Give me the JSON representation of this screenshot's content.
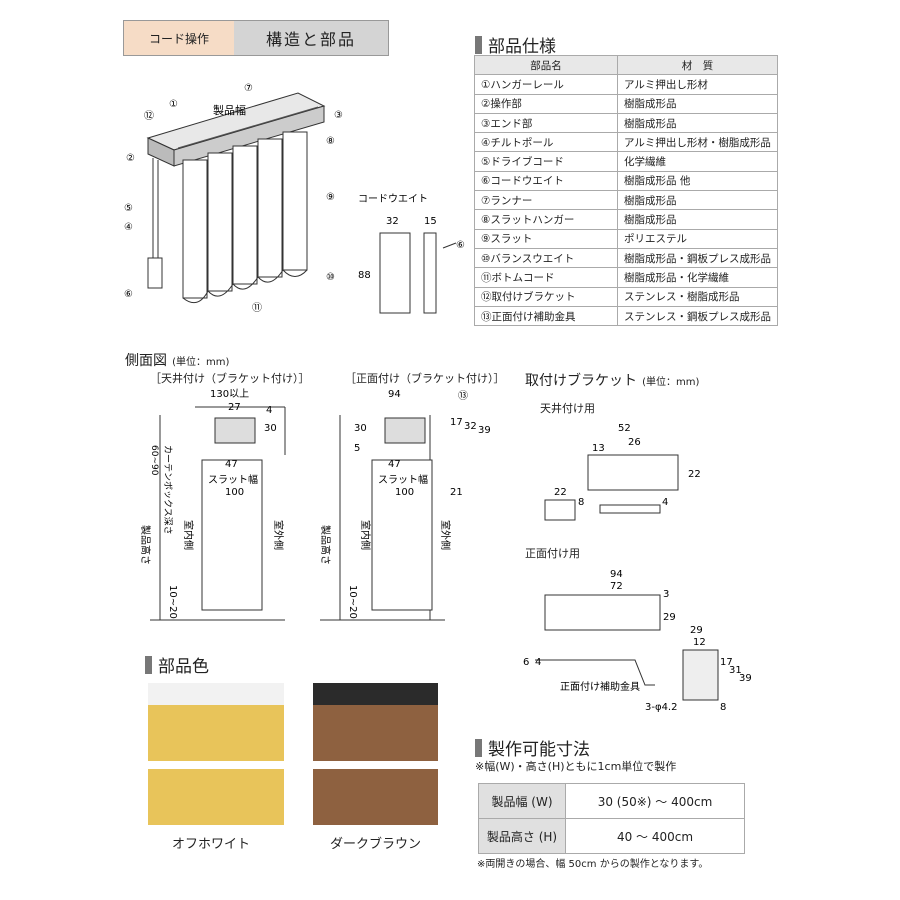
{
  "tabs": {
    "cord": "コード操作",
    "structure": "構造と部品"
  },
  "parts_section": {
    "title": "部品仕様",
    "header_name": "部品名",
    "header_material": "材　質",
    "rows": [
      {
        "name": "①ハンガーレール",
        "material": "アルミ押出し形材"
      },
      {
        "name": "②操作部",
        "material": "樹脂成形品"
      },
      {
        "name": "③エンド部",
        "material": "樹脂成形品"
      },
      {
        "name": "④チルトポール",
        "material": "アルミ押出し形材・樹脂成形品"
      },
      {
        "name": "⑤ドライブコード",
        "material": "化学繊維"
      },
      {
        "name": "⑥コードウエイト",
        "material": "樹脂成形品 他"
      },
      {
        "name": "⑦ランナー",
        "material": "樹脂成形品"
      },
      {
        "name": "⑧スラットハンガー",
        "material": "樹脂成形品"
      },
      {
        "name": "⑨スラット",
        "material": "ポリエステル"
      },
      {
        "name": "⑩バランスウエイト",
        "material": "樹脂成形品・鋼板プレス成形品"
      },
      {
        "name": "⑪ボトムコード",
        "material": "樹脂成形品・化学繊維"
      },
      {
        "name": "⑫取付けブラケット",
        "material": "ステンレス・樹脂成形品"
      },
      {
        "name": "⑬正面付け補助金具",
        "material": "ステンレス・鋼板プレス成形品"
      }
    ]
  },
  "diagram": {
    "product_width": "製品幅",
    "cord_weight": "コードウエイト",
    "cw_w": "32",
    "cw_d": "15",
    "cw_h": "88",
    "callouts": [
      "①",
      "②",
      "③",
      "④",
      "⑤",
      "⑥",
      "⑦",
      "⑧",
      "⑨",
      "⑩",
      "⑪",
      "⑫"
    ]
  },
  "side_view": {
    "title": "側面図",
    "unit": "(単位：mm)",
    "ceiling_label": "［天井付け（ブラケット付け）］",
    "front_label": "［正面付け（ブラケット付け）］",
    "d130": "130以上",
    "d27": "27",
    "d4": "4",
    "d30": "30",
    "d47": "47",
    "slat_width": "スラット幅",
    "d100": "100",
    "box_depth": "カーテンボックス深さ",
    "box_range": "60~90",
    "product_height": "製品高さ",
    "indoor": "室内側",
    "outdoor": "室外側",
    "bottom_gap": "10~20",
    "f94": "94",
    "f30": "30",
    "f5": "5",
    "f17": "17",
    "f32": "32",
    "f39": "39",
    "f21": "21",
    "f13": "⑬"
  },
  "bracket": {
    "title": "取付けブラケット",
    "unit": "(単位：mm)",
    "ceiling": "天井付け用",
    "c52": "52",
    "c13": "13",
    "c26": "26",
    "c22": "22",
    "c22b": "22",
    "c8": "8",
    "c4": "4",
    "front": "正面付け用",
    "f94": "94",
    "f72": "72",
    "f3": "3",
    "f29": "29",
    "f29b": "29",
    "f12": "12",
    "f6": "6",
    "f4": "4",
    "f17": "17",
    "f31": "31",
    "f39": "39",
    "f8": "8",
    "holes": "3-φ4.2",
    "aux": "正面付け補助金具"
  },
  "colors": {
    "title": "部品色",
    "items": [
      {
        "name": "オフホワイト",
        "swatch": "#e8c45a"
      },
      {
        "name": "ダークブラウン",
        "swatch": "#8e6140"
      }
    ]
  },
  "sizes": {
    "title": "製作可能寸法",
    "note": "※幅(W)・高さ(H)ともに1cm単位で製作",
    "width_label": "製品幅 (W)",
    "width_value": "30 (50※) 〜 400cm",
    "height_label": "製品高さ (H)",
    "height_value": "40 〜 400cm",
    "footnote": "※両開きの場合、幅 50cm からの製作となります。"
  }
}
